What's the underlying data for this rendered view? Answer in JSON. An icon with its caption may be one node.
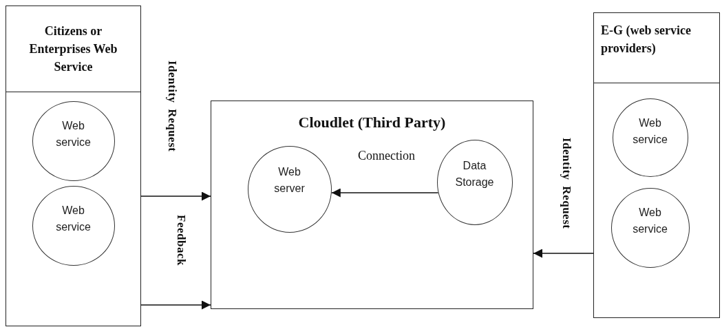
{
  "diagram": {
    "nodes": [
      {
        "text": [
          "Citizens or Enterprises Web Service"
        ]
      },
      {
        "text": [
          "Web service"
        ],
        "in": 0
      },
      {
        "text": [
          "Web service"
        ],
        "in": 0
      },
      {
        "text": [
          "Cloudlet (Third Party)"
        ]
      },
      {
        "text": [
          "Web server"
        ],
        "in": 3
      },
      {
        "text": [
          "Data Storage"
        ],
        "in": 3
      },
      {
        "text": [
          "E-G (web service providers)"
        ]
      },
      {
        "text": [
          "Web service"
        ],
        "in": 6
      },
      {
        "text": [
          "Web service"
        ],
        "in": 6
      }
    ],
    "edges": [
      {
        "from": 0,
        "to": 3,
        "arrow": "to",
        "label": "Identity Request"
      },
      {
        "from": 0,
        "to": 3,
        "arrow": "to",
        "label": "Feedback"
      },
      {
        "from": 5,
        "to": 4,
        "arrow": "to",
        "label": "Connection"
      },
      {
        "from": 6,
        "to": 3,
        "arrow": "to",
        "label": "Identity Request"
      }
    ]
  }
}
